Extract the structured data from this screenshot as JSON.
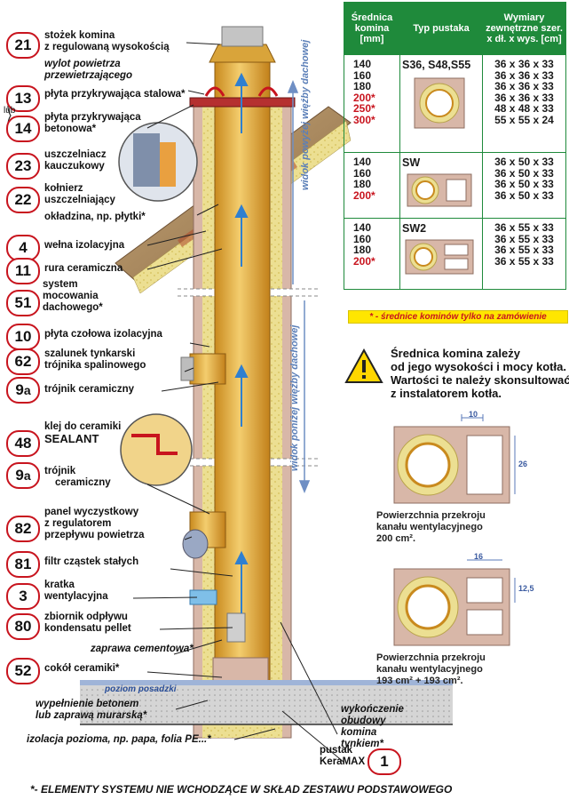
{
  "table": {
    "headers": [
      "Średnica komina [mm]",
      "Typ pustaka",
      "Wymiary zewnętrzne szer. x dł. x wys. [cm]"
    ],
    "rows": [
      {
        "diameters": [
          "140",
          "160",
          "180",
          "200*",
          "250*",
          "300*"
        ],
        "type": "S36, S48,S55",
        "dims": [
          "36 x 36 x 33",
          "36 x 36 x 33",
          "36 x 36 x 33",
          "36 x 36 x 33",
          "48 x 48 x 33",
          "55 x 55 x 24"
        ]
      },
      {
        "diameters": [
          "140",
          "160",
          "180",
          "200*"
        ],
        "type": "SW",
        "dims": [
          "36 x 50 x 33",
          "36 x 50 x 33",
          "36 x 50 x 33",
          "36 x 50 x 33"
        ]
      },
      {
        "diameters": [
          "140",
          "160",
          "180",
          "200*"
        ],
        "type": "SW2",
        "dims": [
          "36 x 55 x 33",
          "36 x 55 x 33",
          "36 x 55 x 33",
          "36 x 55 x 33"
        ]
      }
    ],
    "note": "* - średnice kominów tylko na zamówienie"
  },
  "warning": {
    "lines": [
      "Średnica komina zależy",
      "od jego wysokości i mocy kotła.",
      "Wartości te należy skonsultować",
      "z  instalatorem kotła."
    ]
  },
  "sections": {
    "a": {
      "dim_top": "10",
      "dim_side": "26",
      "caption": [
        "Powierzchnia przekroju",
        "kanału wentylacyjnego",
        "200 cm²."
      ]
    },
    "b": {
      "dim_top": "16",
      "dim_side": "12,5",
      "caption": [
        "Powierzchnia przekroju",
        "kanału wentylacyjnego",
        "193 cm² + 193 cm²."
      ]
    }
  },
  "labels": {
    "l21": {
      "num": "21",
      "text": [
        "stożek komina",
        "z regulowaną wysokością"
      ]
    },
    "wylot": {
      "text": [
        "wylot powietrza",
        "przewietrzającego"
      ]
    },
    "l13": {
      "num": "13",
      "text": [
        "płyta przykrywająca stalowa*"
      ]
    },
    "lub": "lub",
    "l14": {
      "num": "14",
      "text": [
        "płyta przykrywająca",
        "betonowa*"
      ]
    },
    "l23": {
      "num": "23",
      "text": [
        "uszczelniacz",
        "kauczukowy"
      ]
    },
    "l22": {
      "num": "22",
      "text": [
        "kołnierz",
        "uszczelniający"
      ]
    },
    "okladzina": {
      "text": [
        "okładzina, np. płytki*"
      ]
    },
    "l4": {
      "num": "4",
      "text": [
        "wełna izolacyjna"
      ]
    },
    "l11": {
      "num": "11",
      "text": [
        "rura ceramiczna"
      ]
    },
    "l51": {
      "num": "51",
      "text": [
        "system",
        "mocowania",
        "dachowego*"
      ]
    },
    "l10": {
      "num": "10",
      "text": [
        "płyta czołowa izolacyjna"
      ]
    },
    "l62": {
      "num": "62",
      "text": [
        "szalunek tynkarski",
        "trójnika spalinowego"
      ]
    },
    "l9a1": {
      "num": "9",
      "sub": "a",
      "text": [
        "trójnik ceramiczny"
      ]
    },
    "l48": {
      "num": "48",
      "text": [
        "klej do ceramiki",
        "SEALANT"
      ]
    },
    "l9a2": {
      "num": "9",
      "sub": "a",
      "text": [
        "trójnik",
        "ceramiczny"
      ]
    },
    "l82": {
      "num": "82",
      "text": [
        "panel wyczystkowy",
        "z regulatorem",
        "przepływu powietrza"
      ]
    },
    "l81": {
      "num": "81",
      "text": [
        "filtr cząstek stałych"
      ]
    },
    "l3": {
      "num": "3",
      "text": [
        "kratka",
        "wentylacyjna"
      ]
    },
    "l80": {
      "num": "80",
      "text": [
        "zbiornik odpływu",
        "kondensatu pellet"
      ]
    },
    "zaprawa": {
      "text": [
        "zaprawa cementowa*"
      ]
    },
    "l52": {
      "num": "52",
      "text": [
        "cokół ceramiki*"
      ]
    },
    "poziom": {
      "text": [
        "poziom posadzki"
      ]
    },
    "wypelnienie": {
      "text": [
        "wypełnienie betonem",
        "lub zaprawą murarską*"
      ]
    },
    "izolacja": {
      "text": [
        "izolacja pozioma, np. papa, folia PE...*"
      ]
    },
    "wykonczenie": {
      "text": [
        "wykończenie",
        "obudowy",
        "komina",
        "tynkiem*"
      ]
    },
    "l1": {
      "num": "1",
      "text": [
        "pustak",
        "KeraMAX"
      ]
    }
  },
  "vertical": {
    "above": "widok powyżej więźby dachowej",
    "below": "widok poniżej więźby dachowej"
  },
  "footer": "*- ELEMENTY SYSTEMU NIE WCHODZĄCE W SKŁAD ZESTAWU PODSTAWOWEGO",
  "colors": {
    "accent_red": "#c8141e",
    "table_green": "#1f8a3b",
    "flue_yellow": "#e8b640",
    "note_yellow": "#ffe600",
    "block_pink": "#d8b7a8",
    "wool_yellow": "#e9e0a0",
    "airflow_blue": "#4b8fd6"
  }
}
